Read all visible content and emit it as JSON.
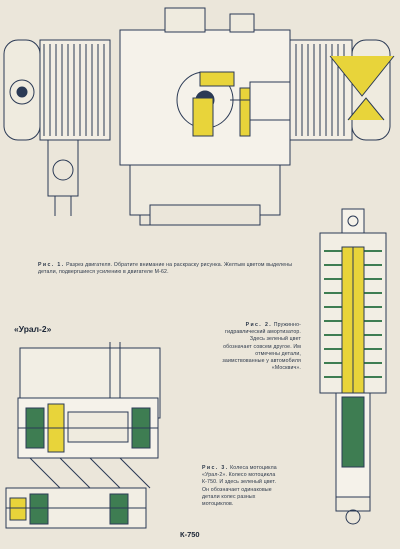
{
  "page_label": "К-750",
  "section_label": "«Урал-2»",
  "figures": [
    {
      "caption_lead": "Рис. 1.",
      "caption_text": "Разрез двигателя. Обратите внимание на раскраску рисунка. Желтым цветом выделены детали, подвергшиеся усилению в двигателе М-62."
    },
    {
      "caption_lead": "Рис. 2.",
      "caption_text": "Пружинно-гидравлический амортизатор. Здесь зеленый цвет обозначает совсем другое. Им отмечены детали, заимствованные у автомобиля «Москвич»."
    },
    {
      "caption_lead": "Рис. 3.",
      "caption_text": "Колеса мотоцикла «Урал-2». Колесо мотоцикла К-750. И здесь зеленый цвет. Он обозначает одинаковые детали колес разных мотоциклов."
    }
  ],
  "colors": {
    "paper": "#ebe6da",
    "ink": "#1e2a3a",
    "highlight_yellow": "#e8d43a",
    "highlight_green": "#3e7d52"
  }
}
